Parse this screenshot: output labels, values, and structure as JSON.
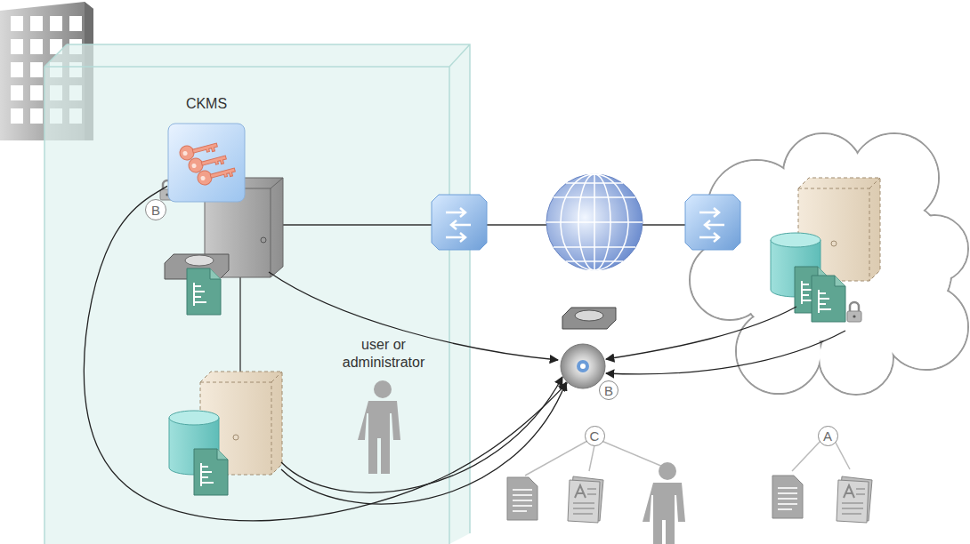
{
  "diagram": {
    "nodes": [
      {
        "text": [
          "CKMS"
        ]
      },
      {
        "text": [
          "B"
        ]
      },
      {
        "text": [
          "B"
        ]
      },
      {
        "text": [
          "C"
        ]
      },
      {
        "text": [
          "A"
        ]
      }
    ],
    "edges": [
      {
        "from": 0,
        "to": 2,
        "arrow": "to"
      }
    ],
    "labels": [
      "user or administrator"
    ]
  }
}
